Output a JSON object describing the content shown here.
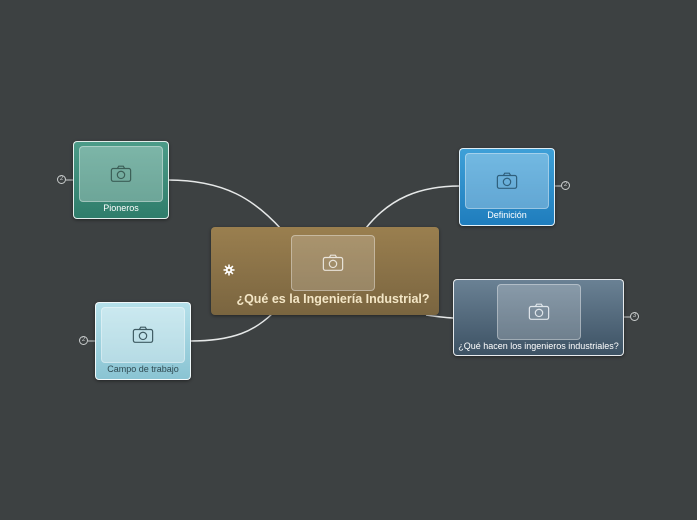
{
  "central": {
    "title": "¿Qué es la Ingeniería Industrial?",
    "icon": "gear-icon",
    "image_icon": "camera-icon",
    "color": "#8a7246"
  },
  "nodes": [
    {
      "id": "pioneros",
      "label": "Pioneros",
      "count": "2",
      "color": "#3f8f7c",
      "image_icon": "camera-icon"
    },
    {
      "id": "definicion",
      "label": "Definición",
      "count": "2",
      "color": "#2f8fc9",
      "image_icon": "camera-icon"
    },
    {
      "id": "campo",
      "label": "Campo de trabajo",
      "count": "2",
      "color": "#9fd1de",
      "image_icon": "camera-icon"
    },
    {
      "id": "que-hacen",
      "label": "¿Qué hacen los ingenieros industriales?",
      "count": "3",
      "color": "#4f6678",
      "image_icon": "camera-icon"
    }
  ]
}
